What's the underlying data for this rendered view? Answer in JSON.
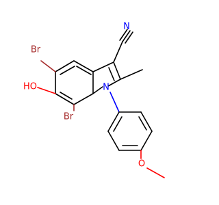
{
  "molecule": {
    "colors": {
      "bond": "#000000",
      "bromine": "#a52a2a",
      "oxygen": "#ff0000",
      "nitrogen": "#0000ff",
      "background": "#ffffff"
    },
    "labels": {
      "br_top": "Br",
      "br_bottom": "Br",
      "hydroxyl": "HO",
      "ring_nitrogen": "N",
      "nitrile_nitrogen": "N",
      "methoxy_oxygen": "O"
    }
  }
}
